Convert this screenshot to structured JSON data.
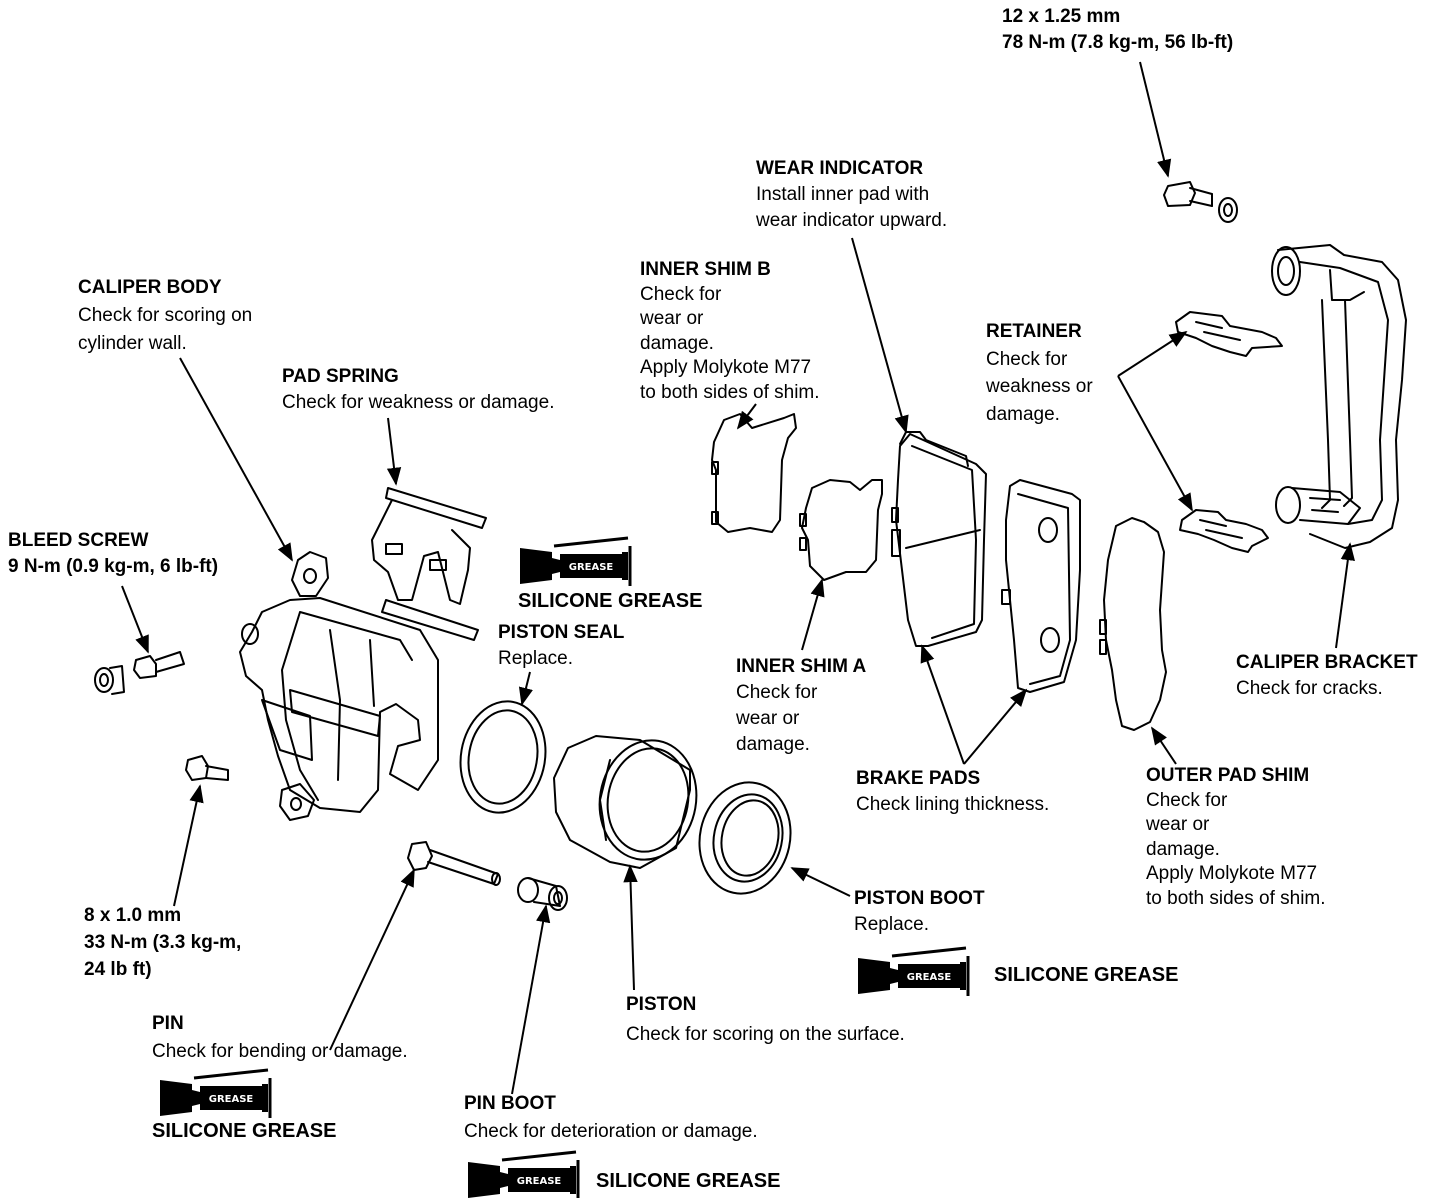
{
  "grease_tube_word": "GREASE",
  "labels": {
    "bolt_top": {
      "l1": "12 x 1.25 mm",
      "l2": "78 N-m (7.8 kg-m, 56 lb-ft)"
    },
    "wear_indicator": {
      "title": "WEAR INDICATOR",
      "l1": "Install inner pad with",
      "l2": "wear indicator upward."
    },
    "inner_shim_b": {
      "title": "INNER SHIM B",
      "l1": "Check for",
      "l2": "wear or",
      "l3": "damage.",
      "l4": "Apply Molykote M77",
      "l5": "to both sides of shim."
    },
    "retainer": {
      "title": "RETAINER",
      "l1": "Check for",
      "l2": "weakness or",
      "l3": "damage."
    },
    "caliper_body": {
      "title": "CALIPER BODY",
      "l1": "Check for scoring on",
      "l2": "cylinder wall."
    },
    "pad_spring": {
      "title": "PAD SPRING",
      "l1": "Check for weakness or damage."
    },
    "bleed_screw": {
      "title": "BLEED SCREW",
      "l1": "9 N-m (0.9 kg-m, 6 lb-ft)"
    },
    "silicone_grease_1": "SILICONE GREASE",
    "piston_seal": {
      "title": "PISTON SEAL",
      "l1": "Replace."
    },
    "inner_shim_a": {
      "title": "INNER SHIM A",
      "l1": "Check for",
      "l2": "wear or",
      "l3": "damage."
    },
    "caliper_bracket": {
      "title": "CALIPER BRACKET",
      "l1": "Check for cracks."
    },
    "brake_pads": {
      "title": "BRAKE PADS",
      "l1": "Check lining thickness."
    },
    "outer_pad_shim": {
      "title": "OUTER PAD SHIM",
      "l1": "Check for",
      "l2": "wear or",
      "l3": "damage.",
      "l4": "Apply Molykote M77",
      "l5": "to both sides of shim."
    },
    "bolt_small": {
      "l1": "8 x 1.0 mm",
      "l2": "33 N-m (3.3 kg-m,",
      "l3": "24 lb ft)"
    },
    "piston_boot": {
      "title": "PISTON BOOT",
      "l1": "Replace."
    },
    "silicone_grease_2": "SILICONE GREASE",
    "piston": {
      "title": "PISTON",
      "l1": "Check for scoring on the surface."
    },
    "pin": {
      "title": "PIN",
      "l1": "Check for bending or damage."
    },
    "silicone_grease_3": "SILICONE GREASE",
    "pin_boot": {
      "title": "PIN BOOT",
      "l1": "Check for deterioration or damage."
    },
    "silicone_grease_4": "SILICONE GREASE"
  }
}
